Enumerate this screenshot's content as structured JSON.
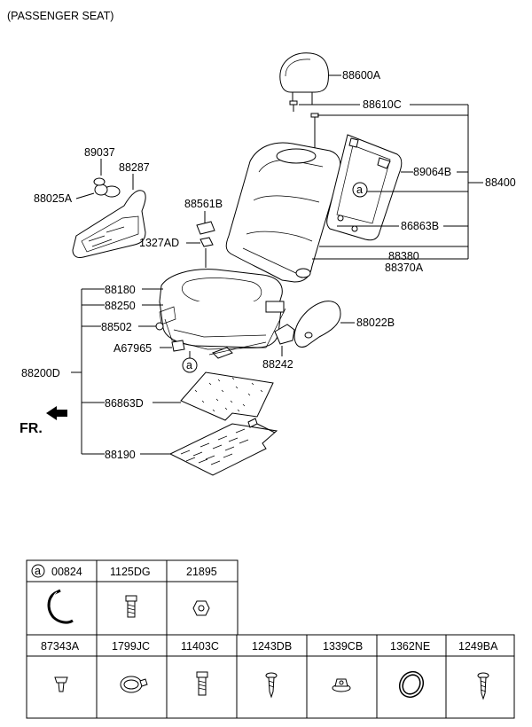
{
  "title": "(PASSENGER SEAT)",
  "callouts": {
    "c88600A": "88600A",
    "c88610C": "88610C",
    "c89037": "89037",
    "c88287": "88287",
    "c88025A": "88025A",
    "c89064B": "89064B",
    "c88400": "88400",
    "c88561B": "88561B",
    "c86863B": "86863B",
    "c1327AD": "1327AD",
    "c88380": "88380",
    "c88370A": "88370A",
    "c88180": "88180",
    "c88250": "88250",
    "c88022B": "88022B",
    "c88502": "88502",
    "cA67965": "A67965",
    "c88242": "88242",
    "c88200D": "88200D",
    "c86863D": "86863D",
    "c88190": "88190",
    "circle_a": "a",
    "fr": "FR."
  },
  "hardware_table": {
    "row1": [
      {
        "code": "00824",
        "marker": "a",
        "icon": "wire-clip-icon"
      },
      {
        "code": "1125DG",
        "icon": "bolt-icon"
      },
      {
        "code": "21895",
        "icon": "nut-icon"
      }
    ],
    "row2": [
      {
        "code": "87343A",
        "icon": "push-clip-icon"
      },
      {
        "code": "1799JC",
        "icon": "hose-clamp-icon"
      },
      {
        "code": "11403C",
        "icon": "bolt-washer-icon"
      },
      {
        "code": "1243DB",
        "icon": "tapping-screw-icon"
      },
      {
        "code": "1339CB",
        "icon": "flange-nut-icon"
      },
      {
        "code": "1362NE",
        "icon": "ring-washer-icon"
      },
      {
        "code": "1249BA",
        "icon": "screw-icon"
      }
    ]
  }
}
